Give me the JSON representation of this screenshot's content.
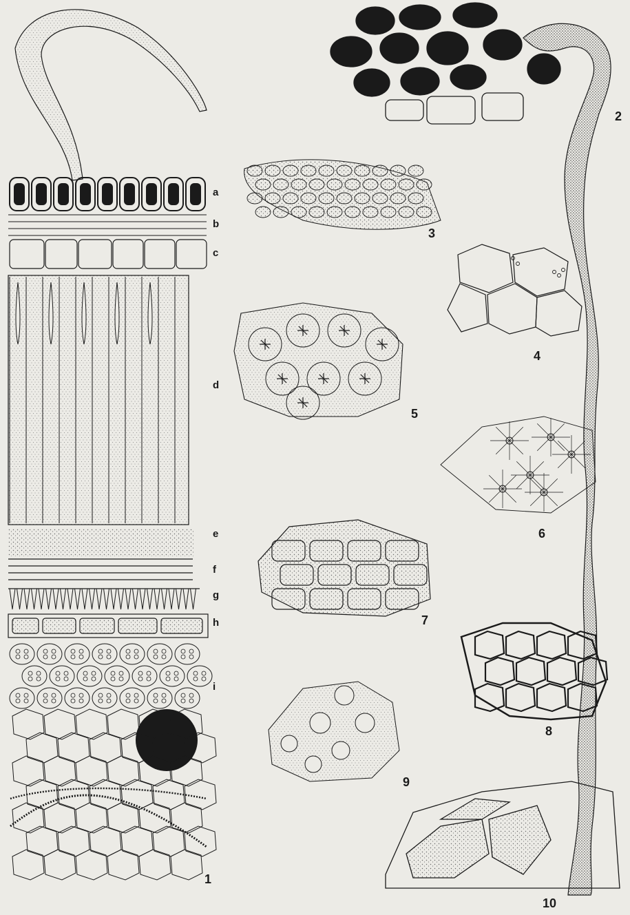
{
  "figure": {
    "layer_labels": [
      "a",
      "b",
      "c",
      "d",
      "e",
      "f",
      "g",
      "h",
      "i"
    ],
    "figure_labels": [
      "1",
      "2",
      "3",
      "4",
      "5",
      "6",
      "7",
      "8",
      "9",
      "10"
    ],
    "colors": {
      "paper": "#ecebe6",
      "ink": "#1a1a1a",
      "stipple": "#6b6b6b"
    },
    "style": "pen-and-ink botanical micrographs of seed coat tissues"
  }
}
